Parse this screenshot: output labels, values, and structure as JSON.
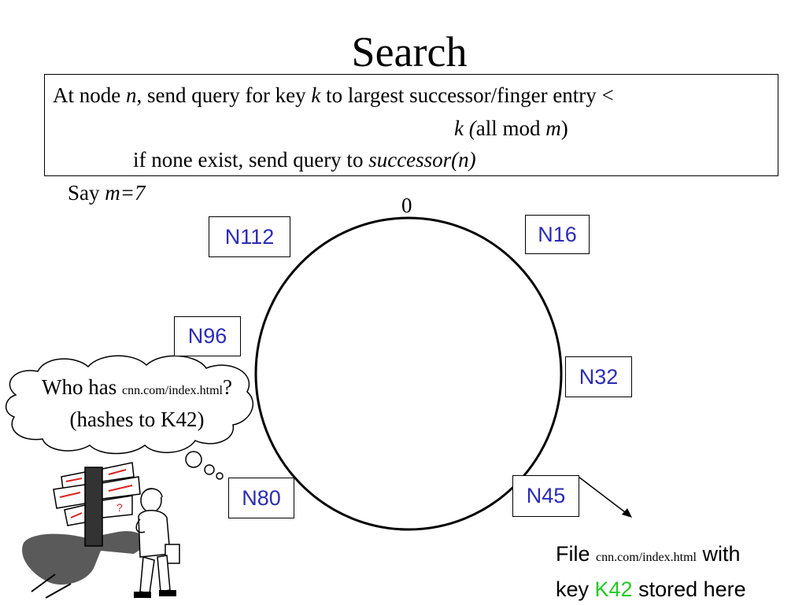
{
  "title": "Search",
  "rule": {
    "line1_prefix": "At node ",
    "line1_n": "n",
    "line1_mid": ", send query for key ",
    "line1_k": "k",
    "line1_suffix": " to largest successor/finger entry <",
    "line2_k": "k (",
    "line2_mid": "all mod ",
    "line2_m": "m",
    "line2_end": ")",
    "line3_prefix": "if none exist, send query to ",
    "line3_italic": "successor(n)"
  },
  "say": {
    "prefix": "Say ",
    "value": "m=7"
  },
  "ring": {
    "zero_label": "0"
  },
  "nodes": [
    "N112",
    "N16",
    "N96",
    "N32",
    "N80",
    "N45"
  ],
  "query": {
    "prefix": "Who has ",
    "url": "cnn.com/index.html",
    "suffix": "?",
    "line2": "(hashes to K42)"
  },
  "file_note": {
    "prefix": "File ",
    "url": "cnn.com/index.html",
    "with": " with",
    "key_prefix": "key ",
    "key": "K42",
    "key_suffix": " stored here"
  },
  "colors": {
    "node_text": "#2b2bb8",
    "key_highlight": "#22cc22"
  }
}
